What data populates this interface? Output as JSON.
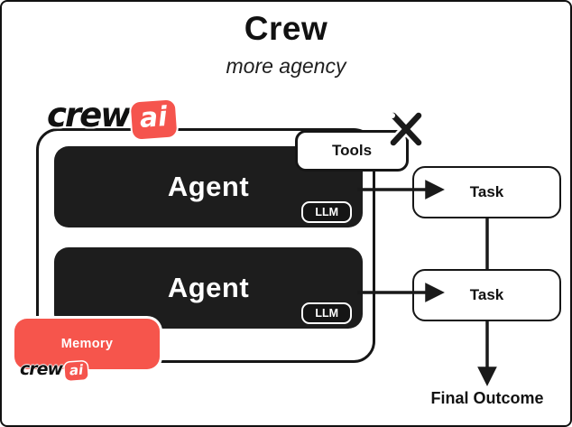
{
  "header": {
    "title": "Crew",
    "subtitle": "more agency"
  },
  "logo": {
    "main": "crew",
    "accent": "ai"
  },
  "logo_small": {
    "main": "crew",
    "accent": "ai"
  },
  "tools_box": {
    "label": "Tools"
  },
  "agents": [
    {
      "label": "Agent",
      "llm": "LLM"
    },
    {
      "label": "Agent",
      "llm": "LLM"
    }
  ],
  "tasks": [
    {
      "label": "Task"
    },
    {
      "label": "Task"
    }
  ],
  "memory": {
    "label": "Memory"
  },
  "outcome": {
    "label": "Final Outcome"
  },
  "icons": {
    "crossed_tools": "crossed-tools-icon"
  },
  "colors": {
    "accent_red": "#F5544D",
    "ink": "#1A1A1A",
    "box_black": "#1D1D1D",
    "background": "#FFFFFF"
  }
}
